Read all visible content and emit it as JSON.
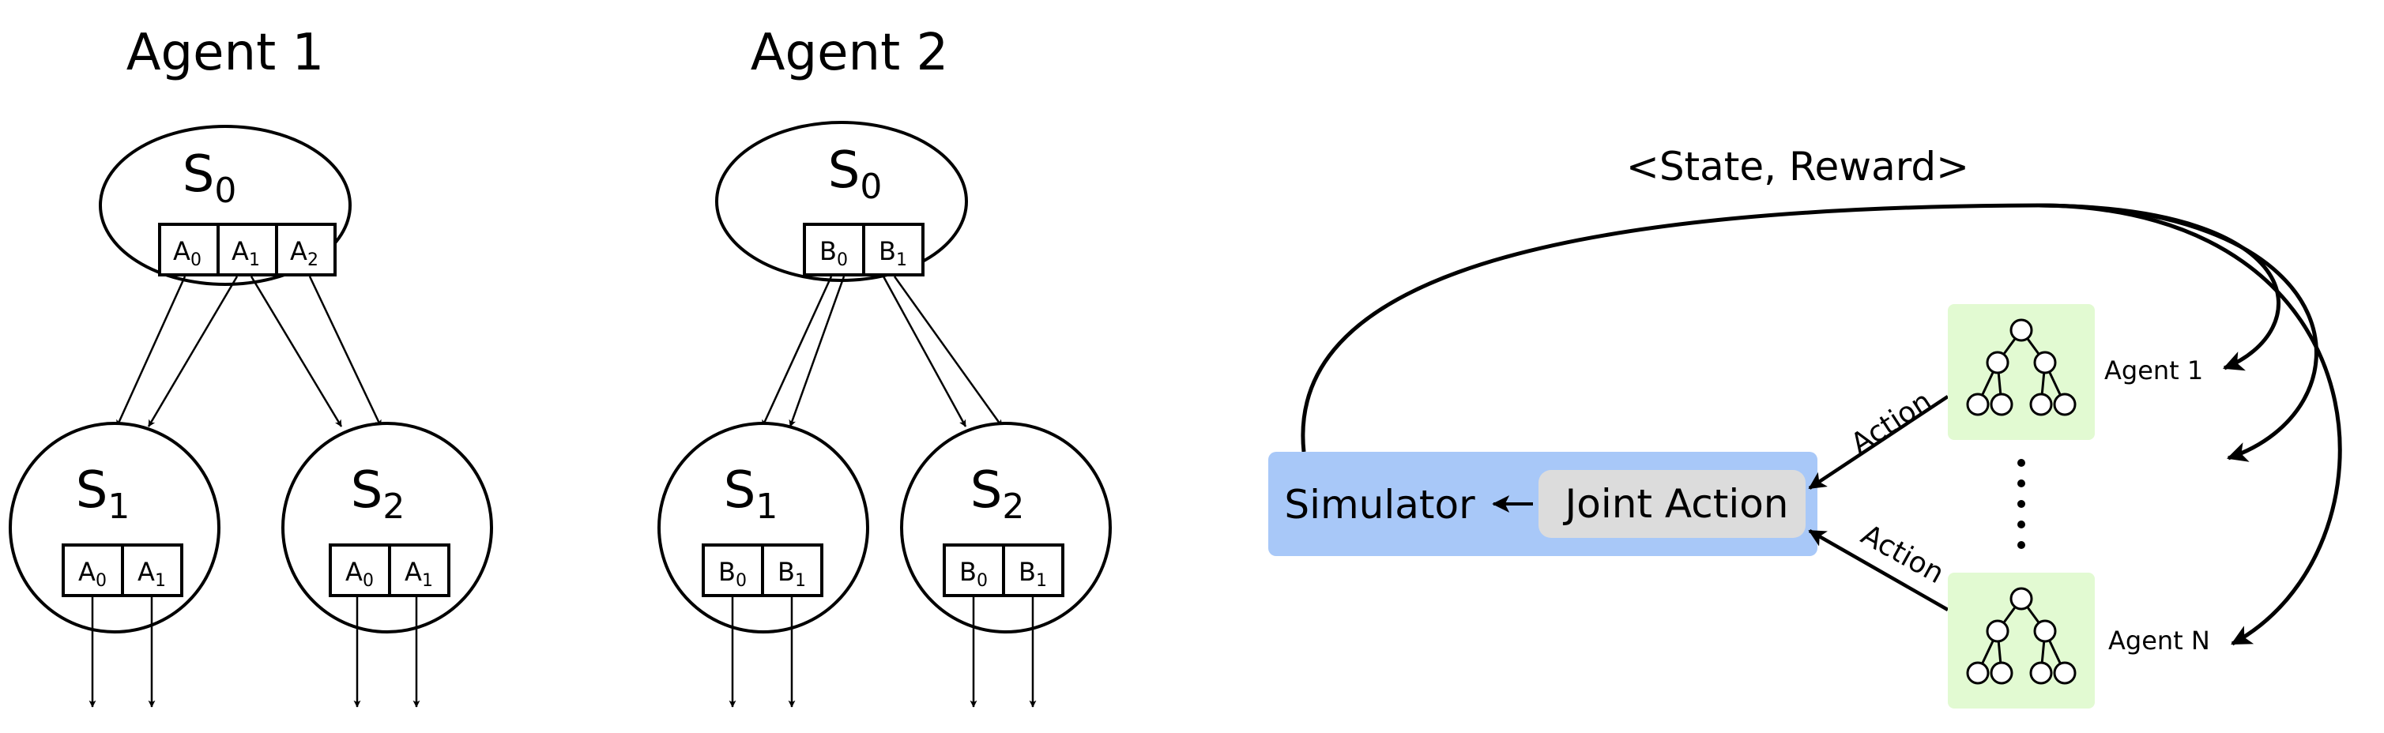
{
  "agent1": {
    "title": "Agent 1",
    "root": {
      "state": "S",
      "sub": "0",
      "actions": [
        "A0",
        "A1",
        "A2"
      ]
    },
    "children": [
      {
        "state": "S",
        "sub": "1",
        "actions": [
          "A0",
          "A1"
        ]
      },
      {
        "state": "S",
        "sub": "2",
        "actions": [
          "A0",
          "A1"
        ]
      }
    ]
  },
  "agent2": {
    "title": "Agent 2",
    "root": {
      "state": "S",
      "sub": "0",
      "actions": [
        "B0",
        "B1"
      ]
    },
    "children": [
      {
        "state": "S",
        "sub": "1",
        "actions": [
          "B0",
          "B1"
        ]
      },
      {
        "state": "S",
        "sub": "2",
        "actions": [
          "B0",
          "B1"
        ]
      }
    ]
  },
  "system": {
    "feedback_label": "<State, Reward>",
    "simulator_label": "Simulator",
    "joint_action_label": "Joint Action",
    "action_label_top": "Action",
    "action_label_bottom": "Action",
    "agent_top_label": "Agent 1",
    "agent_bottom_label": "Agent N",
    "ellipsis": "⋮",
    "colors": {
      "simulator_fill": "#a8c8f8",
      "joint_action_fill": "#dcdcdc",
      "agent_fill": "#e2fad2"
    }
  }
}
